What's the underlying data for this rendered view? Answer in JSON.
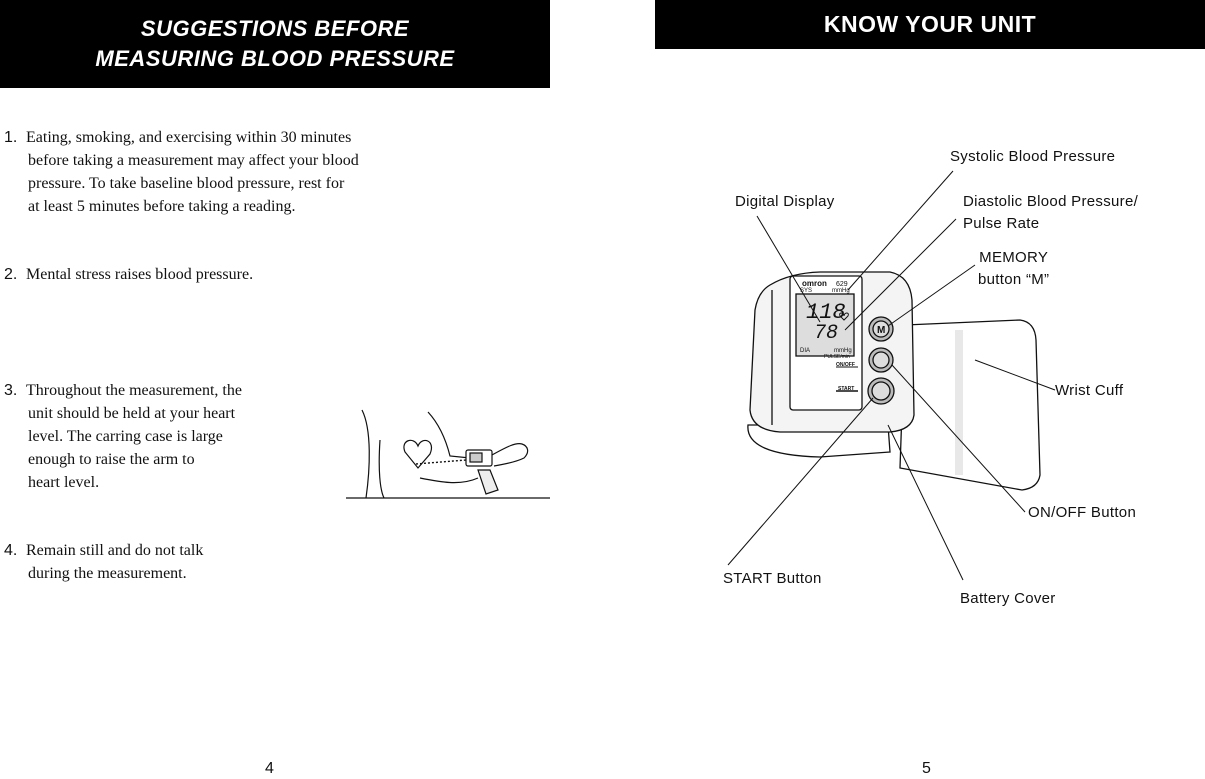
{
  "left_page": {
    "banner_lines": [
      "SUGGESTIONS BEFORE",
      "MEASURING BLOOD PRESSURE"
    ],
    "items": [
      {
        "num": "1.",
        "lines": [
          "Eating, smoking, and exercising within 30 minutes",
          "before taking a measurement may affect your blood",
          "pressure. To take baseline blood pressure, rest for",
          "at least 5 minutes before taking a reading."
        ]
      },
      {
        "num": "2.",
        "lines": [
          "Mental stress raises blood pressure."
        ]
      },
      {
        "num": "3.",
        "lines": [
          "Throughout the measurement, the",
          "unit should be held at your heart",
          "level. The carring case is large",
          "enough to raise the arm to",
          "heart level."
        ]
      },
      {
        "num": "4.",
        "lines": [
          "Remain still and do not talk",
          "during the measurement."
        ]
      }
    ],
    "page_number": "4"
  },
  "right_page": {
    "banner": "KNOW YOUR UNIT",
    "labels": {
      "systolic": "Systolic Blood Pressure",
      "digital_display": "Digital Display",
      "diastolic_1": "Diastolic Blood Pressure/",
      "diastolic_2": "Pulse Rate",
      "memory_1": "MEMORY",
      "memory_2": "button “M”",
      "wrist_cuff": "Wrist Cuff",
      "on_off": "ON/OFF Button",
      "start": "START Button",
      "battery": "Battery Cover"
    },
    "device": {
      "brand": "omron",
      "model": "629",
      "sys": "SYS",
      "unit": "mmHg",
      "sys_value": "118",
      "dia_value": "78",
      "dia": "DIA",
      "pulse": "PULSE/min",
      "on_off_key": "ON/OFF",
      "start_key": "START",
      "memory_key": "M"
    },
    "page_number": "5"
  }
}
